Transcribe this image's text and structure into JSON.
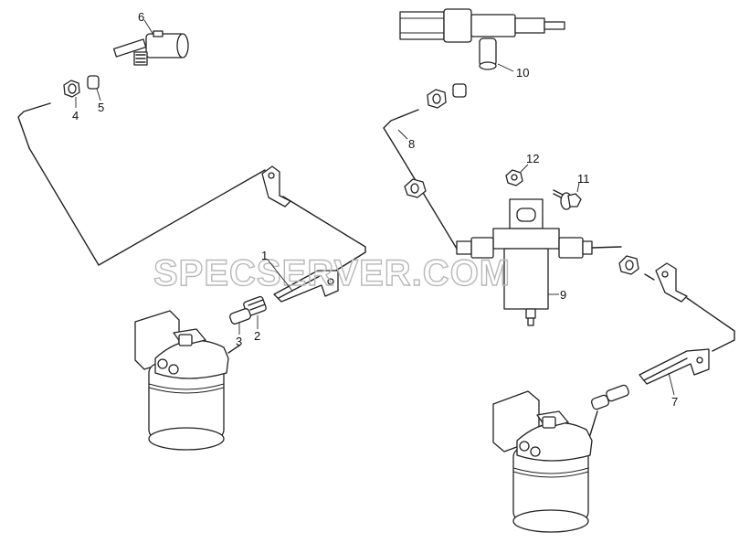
{
  "watermark": "SPECSERVER.COM",
  "callouts": [
    {
      "id": "c1",
      "text": "1"
    },
    {
      "id": "c2",
      "text": "2"
    },
    {
      "id": "c3",
      "text": "3"
    },
    {
      "id": "c4",
      "text": "4"
    },
    {
      "id": "c5",
      "text": "5"
    },
    {
      "id": "c6",
      "text": "6"
    },
    {
      "id": "c7",
      "text": "7"
    },
    {
      "id": "c8",
      "text": "8"
    },
    {
      "id": "c9",
      "text": "9"
    },
    {
      "id": "c10",
      "text": "10"
    },
    {
      "id": "c11",
      "text": "11"
    },
    {
      "id": "c12",
      "text": "12"
    }
  ]
}
